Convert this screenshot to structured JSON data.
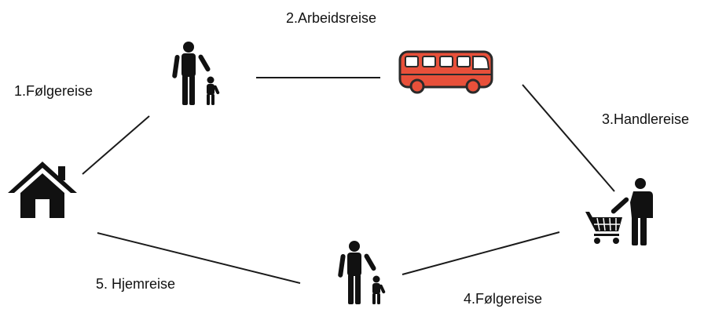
{
  "diagram": {
    "steps": [
      {
        "label": "1.Følgereise"
      },
      {
        "label": "2.Arbeidsreise"
      },
      {
        "label": "3.Handlereise"
      },
      {
        "label": "4.Følgereise"
      },
      {
        "label": "5. Hjemreise"
      }
    ],
    "icons": [
      "house-icon",
      "parent-child-icon",
      "bus-icon",
      "shopper-cart-icon",
      "parent-child-icon"
    ],
    "colors": {
      "bus": "#e8503a",
      "icon": "#111111",
      "line": "#1a1a1a"
    }
  }
}
